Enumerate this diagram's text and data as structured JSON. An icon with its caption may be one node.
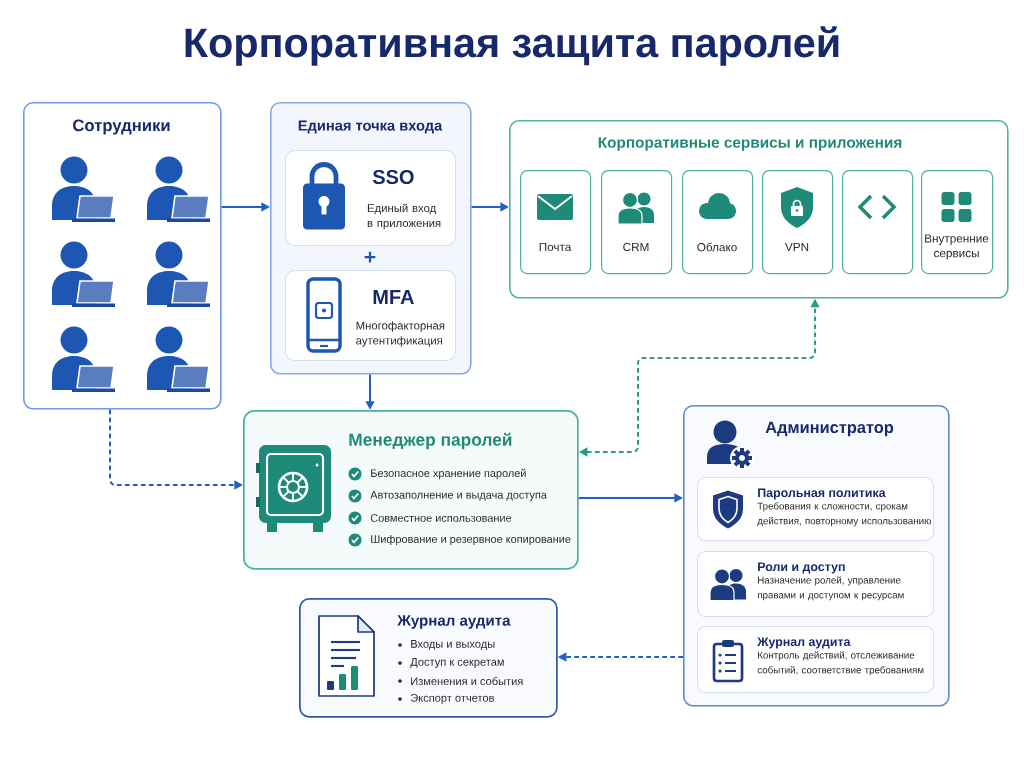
{
  "diagram": {
    "title": "Корпоративная защита паролей",
    "nodes": [
      {
        "text": [
          "Сотрудники"
        ]
      },
      {
        "text": [
          "Единая точка входа"
        ]
      },
      {
        "text": [
          "SSO",
          "Единый вход в приложения"
        ],
        "in": 1
      },
      {
        "text": [
          "MFA",
          "Многофакторная аутентификация"
        ],
        "in": 1
      },
      {
        "text": [
          "Корпоративные сервисы и приложения"
        ]
      },
      {
        "text": [
          "Почта"
        ],
        "in": 4
      },
      {
        "text": [
          "CRM"
        ],
        "in": 4
      },
      {
        "text": [
          "Облако"
        ],
        "in": 4
      },
      {
        "text": [
          "VPN"
        ],
        "in": 4
      },
      {
        "text": [],
        "shape": "box",
        "in": 4
      },
      {
        "text": [
          "Внутренние сервисы"
        ],
        "in": 4
      },
      {
        "text": [
          "Менеджер паролей",
          "Безопасное хранение паролей",
          "Автозаполнение и выдача доступа",
          "Совместное использование",
          "Шифрование и резервное копирование"
        ]
      },
      {
        "text": [
          "Администратор"
        ]
      },
      {
        "text": [
          "Парольная политика",
          "Требования к сложности, срокам действия, повторному использованию"
        ],
        "in": 12
      },
      {
        "text": [
          "Роли и доступ",
          "Назначение ролей, управление правами и доступом к ресурсам"
        ],
        "in": 12
      },
      {
        "text": [
          "Журнал аудита",
          "Контроль действий, отслеживание событий, соответствие требованиям"
        ],
        "in": 12
      },
      {
        "text": [
          "Журнал аудита",
          "Входы и выходы",
          "Доступ к секретам",
          "Изменения и события",
          "Экспорт отчетов"
        ]
      }
    ],
    "edges": [
      {
        "from": 0,
        "to": 1,
        "arrow": "to"
      },
      {
        "from": 1,
        "to": 4,
        "arrow": "to"
      },
      {
        "from": 1,
        "to": 11,
        "arrow": "to"
      },
      {
        "from": 0,
        "to": 11,
        "arrow": "to",
        "style": "dashed"
      },
      {
        "from": 11,
        "to": 4,
        "arrow": "both",
        "style": "dashed",
        "color": "#2a9a86"
      },
      {
        "from": 11,
        "to": 12,
        "arrow": "to"
      },
      {
        "from": 12,
        "to": 16,
        "arrow": "to",
        "style": "dashed"
      }
    ],
    "labels": [
      "+"
    ]
  }
}
